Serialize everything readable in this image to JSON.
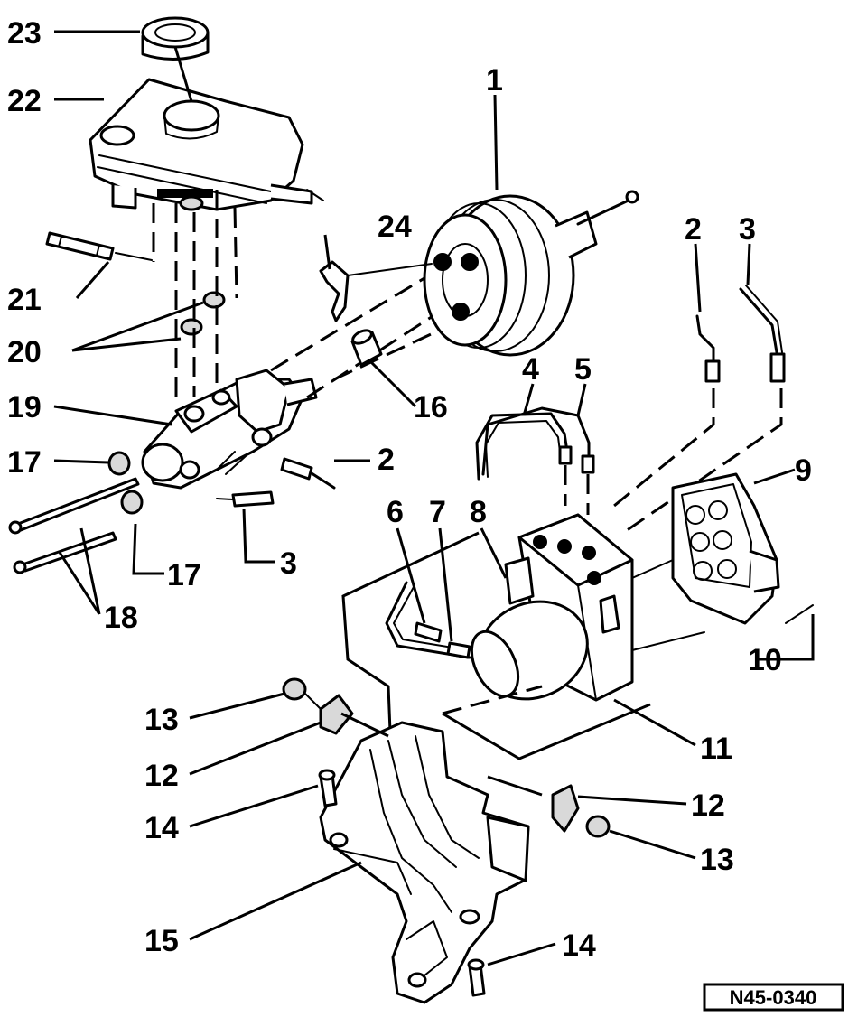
{
  "diagram": {
    "labels": {
      "l1": "1",
      "l2a": "2",
      "l2b": "2",
      "l3a": "3",
      "l3b": "3",
      "l4": "4",
      "l5": "5",
      "l6": "6",
      "l7": "7",
      "l8": "8",
      "l9": "9",
      "l10": "10",
      "l11": "11",
      "l12a": "12",
      "l12b": "12",
      "l13a": "13",
      "l13b": "13",
      "l14a": "14",
      "l14b": "14",
      "l15": "15",
      "l16": "16",
      "l17a": "17",
      "l17b": "17",
      "l18": "18",
      "l19": "19",
      "l20": "20",
      "l21": "21",
      "l22": "22",
      "l23": "23",
      "l24": "24"
    },
    "reference": "N45-0340"
  }
}
